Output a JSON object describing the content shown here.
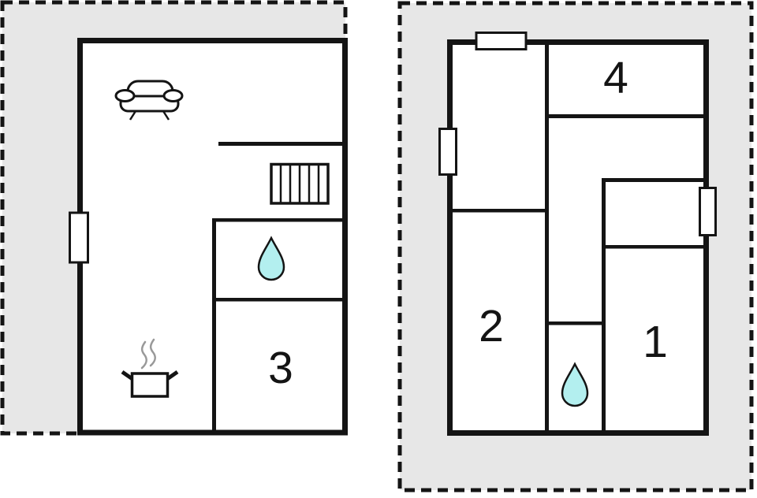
{
  "canvas": {
    "width": "960",
    "height": "632",
    "background": "#ffffff"
  },
  "colors": {
    "plot_fill": "#e7e7e7",
    "line": "#141414",
    "water_fill": "#b3efef",
    "steam": "#999999"
  },
  "ground_floor": {
    "room_label": "3",
    "icons": [
      "sofa-icon",
      "stairs-icon",
      "water-drop-icon",
      "cooking-pot-icon",
      "steam-icon",
      "window"
    ]
  },
  "upper_floor": {
    "room_labels": [
      "4",
      "2",
      "1"
    ],
    "icons": [
      "water-drop-icon",
      "window",
      "window",
      "window"
    ]
  }
}
